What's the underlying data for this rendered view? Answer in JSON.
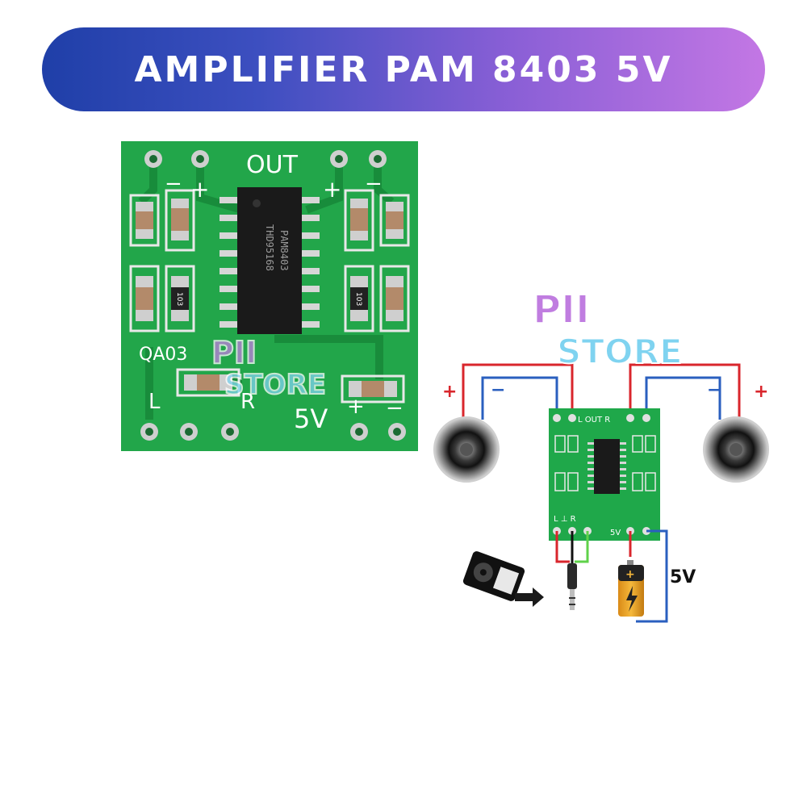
{
  "banner": {
    "title": "AMPLIFIER PAM 8403 5V"
  },
  "board": {
    "label_out": "OUT",
    "label_plus": "+",
    "label_minus": "−",
    "label_model": "QA03",
    "label_l": "L",
    "label_r": "R",
    "label_5v": "5V",
    "chip_line1": "PAM8403",
    "chip_line2": "THD95168",
    "resistor_code": "103"
  },
  "watermark": {
    "line1": "PII",
    "line2": "STORE"
  },
  "diagram": {
    "plus": "+",
    "minus": "−",
    "board_top_label": "L OUT R",
    "board_bottom_label": "L ⊥ R",
    "board_5v": "5V",
    "battery_label": "5V",
    "colors": {
      "positive": "#d9262c",
      "negative": "#2a5fbf",
      "signal": "#5fd24a",
      "pcb": "#1fa84a"
    }
  }
}
